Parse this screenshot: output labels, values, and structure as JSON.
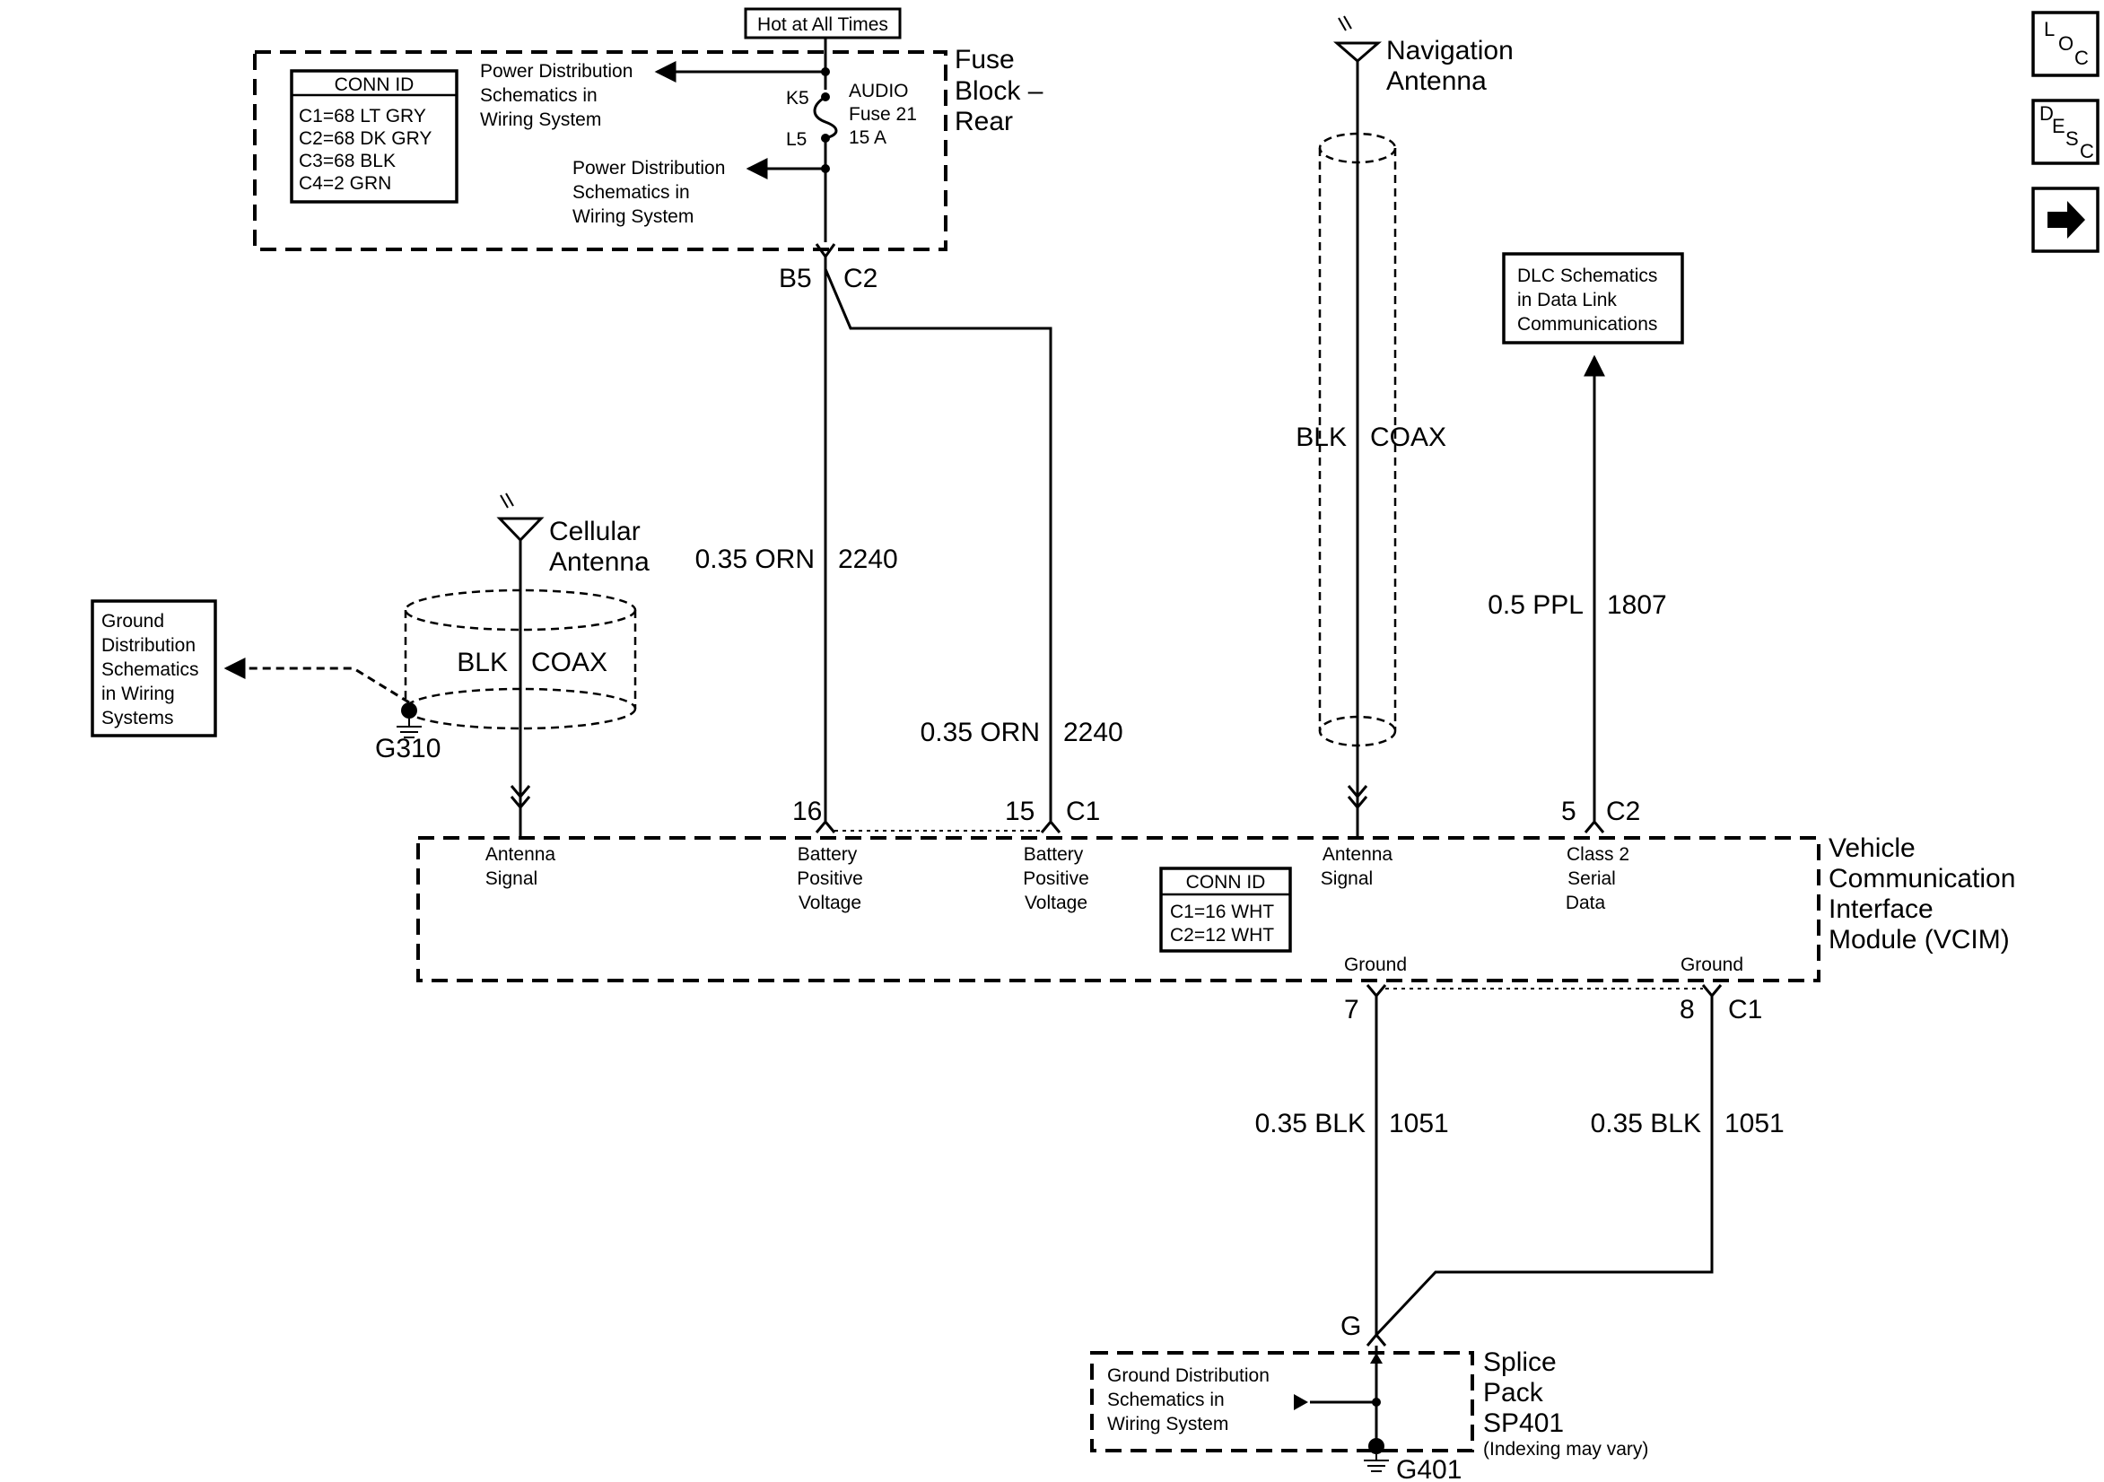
{
  "header": {
    "hot_label": "Hot at All Times"
  },
  "fuse_block": {
    "title_lines": [
      "Fuse",
      "Block –",
      "Rear"
    ],
    "conn_id_title": "CONN ID",
    "conn_id_lines": [
      "C1=68 LT GRY",
      "C2=68 DK GRY",
      "C3=68 BLK",
      "C4=2 GRN"
    ],
    "ref_top_lines": [
      "Power Distribution",
      "Schematics in",
      "Wiring System"
    ],
    "ref_mid_lines": [
      "Power Distribution",
      "Schematics in",
      "Wiring System"
    ],
    "pin_top": "K5",
    "pin_bottom": "L5",
    "fuse_lines": [
      "AUDIO",
      "Fuse 21",
      "15 A"
    ],
    "out_pin": "B5",
    "out_conn": "C2"
  },
  "nav_antenna": {
    "title_lines": [
      "Navigation",
      "Antenna"
    ],
    "cable_color": "BLK",
    "cable_type": "COAX"
  },
  "cell_antenna": {
    "title_lines": [
      "Cellular",
      "Antenna"
    ],
    "cable_color": "BLK",
    "cable_type": "COAX",
    "ground_id": "G310",
    "ground_ref_lines": [
      "Ground",
      "Distribution",
      "Schematics",
      "in Wiring",
      "Systems"
    ]
  },
  "wires": {
    "w1_gauge": "0.35 ORN",
    "w1_circuit": "2240",
    "w2_gauge": "0.35 ORN",
    "w2_circuit": "2240",
    "w3_gauge": "0.5 PPL",
    "w3_circuit": "1807",
    "w4_gauge": "0.35 BLK",
    "w4_circuit": "1051",
    "w5_gauge": "0.35 BLK",
    "w5_circuit": "1051"
  },
  "dlc_ref_lines": [
    "DLC Schematics",
    "in Data Link",
    "Communications"
  ],
  "vcim": {
    "title_lines": [
      "Vehicle",
      "Communication",
      "Interface",
      "Module (VCIM)"
    ],
    "conn_id_title": "CONN ID",
    "conn_id_lines": [
      "C1=16 WHT",
      "C2=12 WHT"
    ],
    "pins": {
      "p16": "16",
      "p15": "15",
      "c1": "C1",
      "p5": "5",
      "c2": "C2",
      "p7": "7",
      "p8": "8",
      "c1b": "C1"
    },
    "labels": {
      "antenna_signal_1": [
        "Antenna",
        "Signal"
      ],
      "battery_1": [
        "Battery",
        "Positive",
        "Voltage"
      ],
      "battery_2": [
        "Battery",
        "Positive",
        "Voltage"
      ],
      "antenna_signal_2": [
        "Antenna",
        "Signal"
      ],
      "class2": [
        "Class 2",
        "Serial",
        "Data"
      ],
      "ground_1": "Ground",
      "ground_2": "Ground"
    }
  },
  "splice": {
    "pin": "G",
    "title_lines": [
      "Splice",
      "Pack",
      "SP401"
    ],
    "note": "(Indexing may vary)",
    "ref_lines": [
      "Ground Distribution",
      "Schematics in",
      "Wiring System"
    ],
    "ground_id": "G401"
  },
  "nav_buttons": {
    "loc": "LOC",
    "desc": "DESC",
    "next_icon": "right-arrow-icon"
  }
}
